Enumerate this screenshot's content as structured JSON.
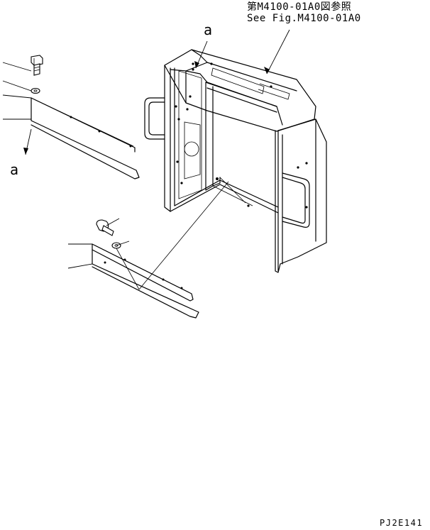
{
  "reference_note": {
    "japanese": "第M4100-01A0図参照",
    "english": "See Fig.M4100-01A0"
  },
  "callouts": {
    "top": "a",
    "left": "a"
  },
  "drawing_code": "PJ2E141"
}
